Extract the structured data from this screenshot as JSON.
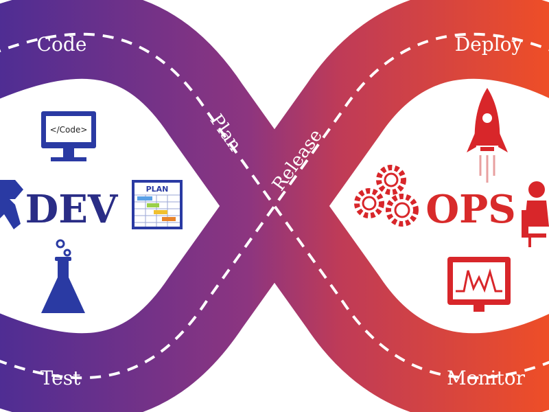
{
  "stages": {
    "code": "Code",
    "plan": "Plan",
    "release": "Release",
    "deploy": "Deploy",
    "test": "Test",
    "monitor": "Monitor"
  },
  "dev": {
    "title": "DEV",
    "code_screen_text": "</Code>",
    "plan_board_title": "PLAN",
    "title_color": "#2a2d86"
  },
  "ops": {
    "title": "OPS",
    "title_color": "#d82a2a"
  },
  "colors": {
    "dev_side": "#5a2f95",
    "middle": "#9e3a6e",
    "ops_side": "#e84a2c",
    "dev_icon": "#2a3aa3",
    "ops_icon": "#d8262a",
    "dash": "#ffffff"
  },
  "icons": [
    "computer-icon",
    "wrench-icon",
    "plan-chart-icon",
    "flask-icon",
    "rocket-icon",
    "gears-icon",
    "worker-at-desk-icon",
    "monitor-graph-icon"
  ]
}
